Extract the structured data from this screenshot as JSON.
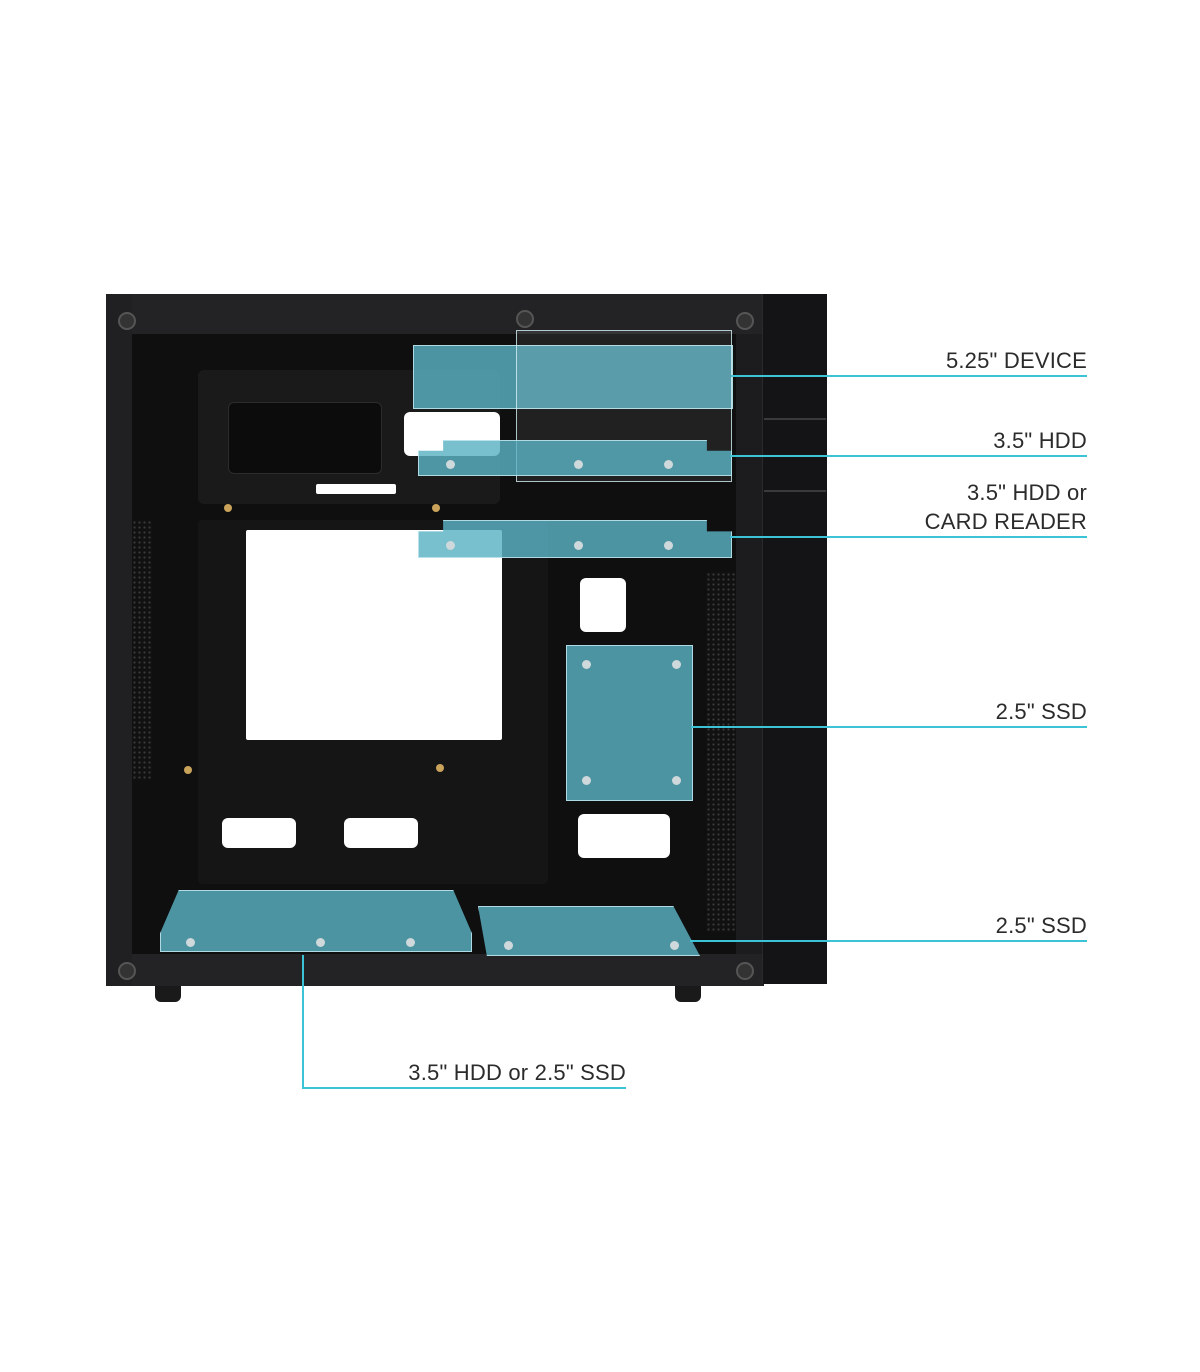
{
  "image": {
    "subject": "PC case side view (open)",
    "accent_color": "#3cc3d6",
    "overlay_color": "#5cb2c4"
  },
  "callouts": [
    {
      "id": "bay-525",
      "label": "5.25\" DEVICE"
    },
    {
      "id": "bay-35-hdd",
      "label": "3.5\" HDD"
    },
    {
      "id": "bay-35-hdd-card",
      "label_line1": "3.5\" HDD or",
      "label_line2": "CARD READER"
    },
    {
      "id": "bay-25-ssd-side",
      "label": "2.5\" SSD"
    },
    {
      "id": "bay-25-ssd-bottom",
      "label": "2.5\" SSD"
    },
    {
      "id": "bay-35-or-25-bottom",
      "label": "3.5\" HDD or 2.5\" SSD"
    }
  ]
}
